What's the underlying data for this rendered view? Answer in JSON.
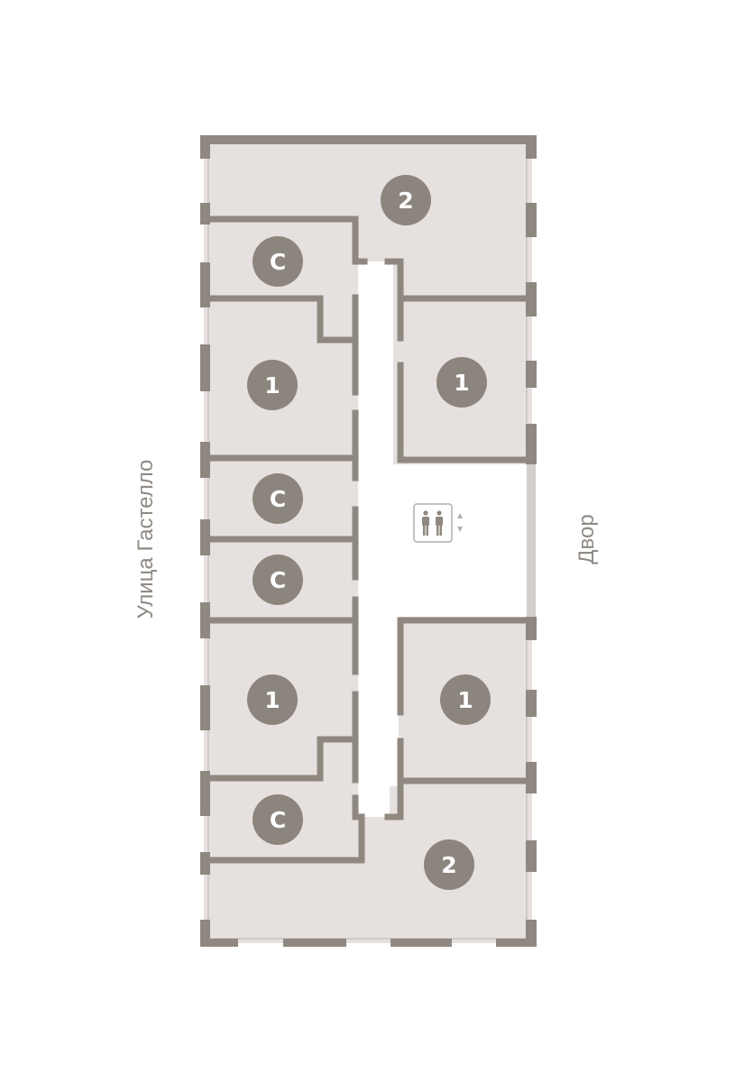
{
  "labels": {
    "street_left": "Улица Гастелло",
    "street_right": "Двор"
  },
  "apartments": [
    {
      "id": "top-2",
      "rooms": "2"
    },
    {
      "id": "left-studio-1",
      "rooms": "С"
    },
    {
      "id": "left-1-upper",
      "rooms": "1"
    },
    {
      "id": "right-1-upper",
      "rooms": "1"
    },
    {
      "id": "left-studio-2",
      "rooms": "С"
    },
    {
      "id": "left-studio-3",
      "rooms": "С"
    },
    {
      "id": "left-1-lower",
      "rooms": "1"
    },
    {
      "id": "right-1-lower",
      "rooms": "1"
    },
    {
      "id": "left-studio-4",
      "rooms": "С"
    },
    {
      "id": "bottom-2",
      "rooms": "2"
    }
  ],
  "core": {
    "elevator_icon": "elevator-icon",
    "arrows_icon": "up-down-arrows-icon"
  },
  "colors": {
    "wall": "#8f8880",
    "room_fill": "#e6e1de",
    "badge": "#8c857d",
    "corridor": "#ffffff"
  }
}
